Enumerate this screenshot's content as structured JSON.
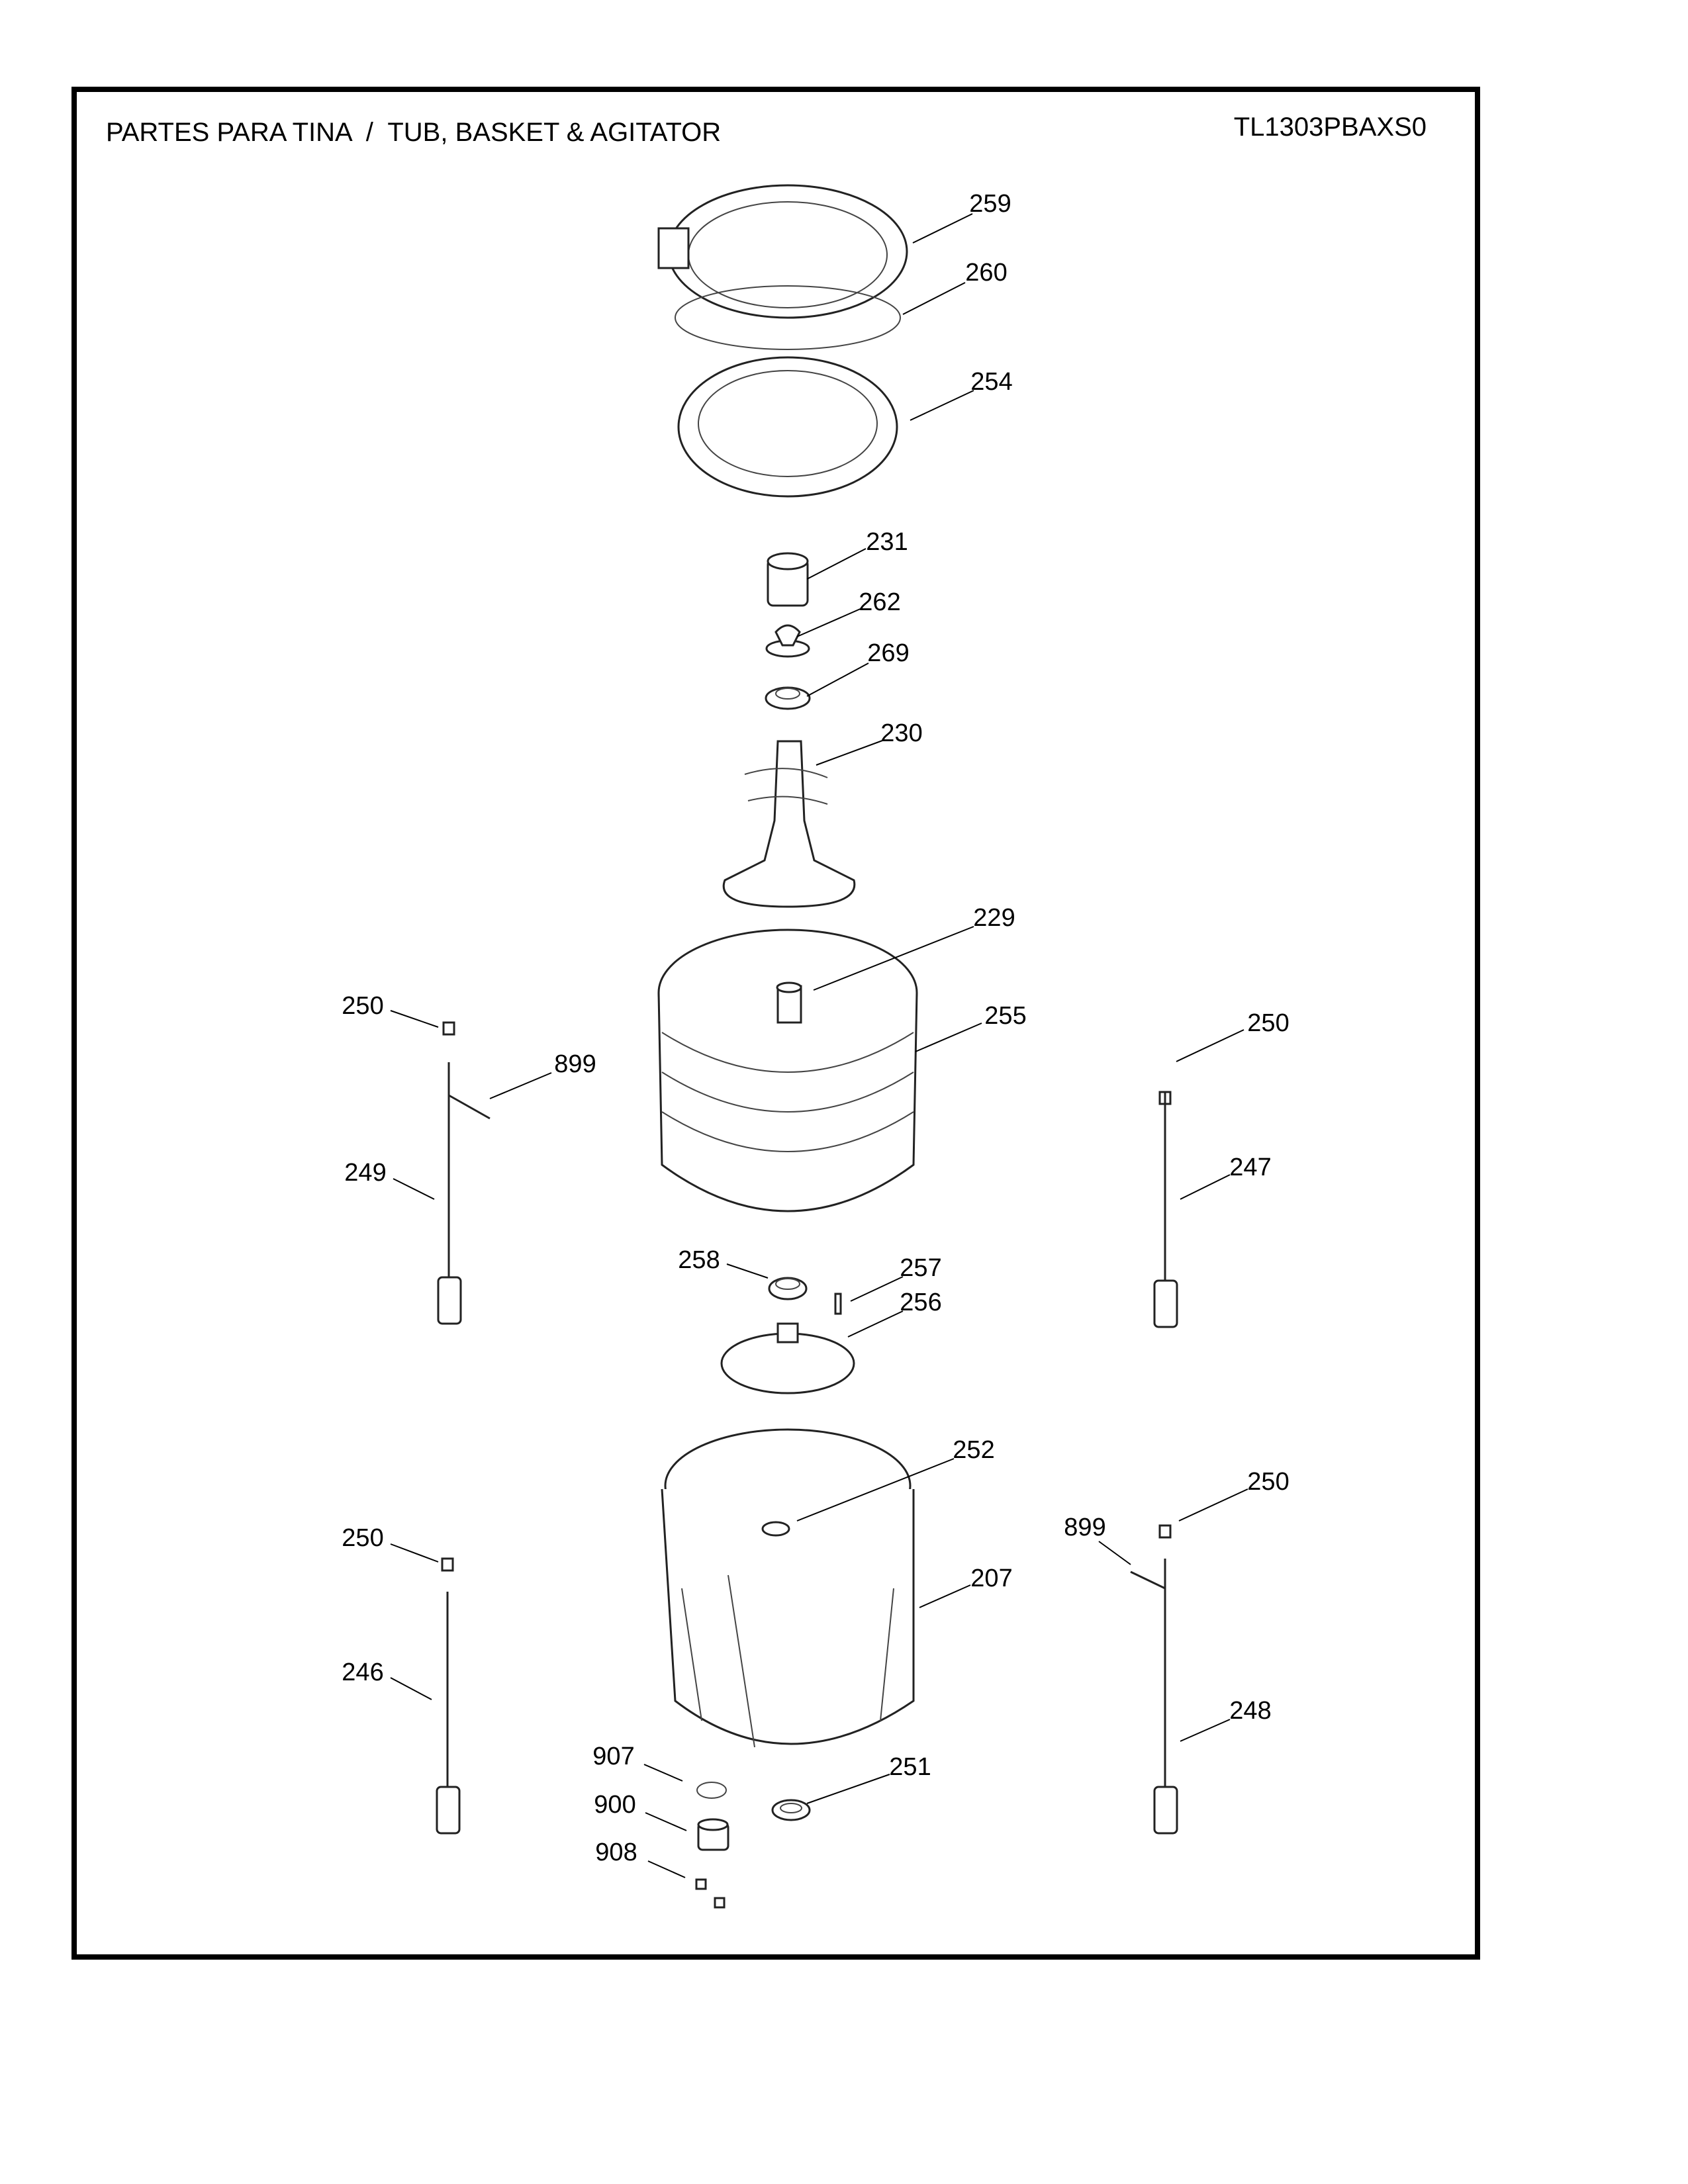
{
  "header": {
    "title": "PARTES PARA TINA  /  TUB, BASKET & AGITATOR",
    "model": "TL1303PBAXS0"
  },
  "callouts": [
    "259",
    "260",
    "254",
    "231",
    "262",
    "269",
    "230",
    "229",
    "255",
    "250",
    "899",
    "249",
    "250",
    "247",
    "258",
    "257",
    "256",
    "252",
    "207",
    "250",
    "246",
    "250",
    "899",
    "248",
    "907",
    "900",
    "908",
    "251"
  ]
}
